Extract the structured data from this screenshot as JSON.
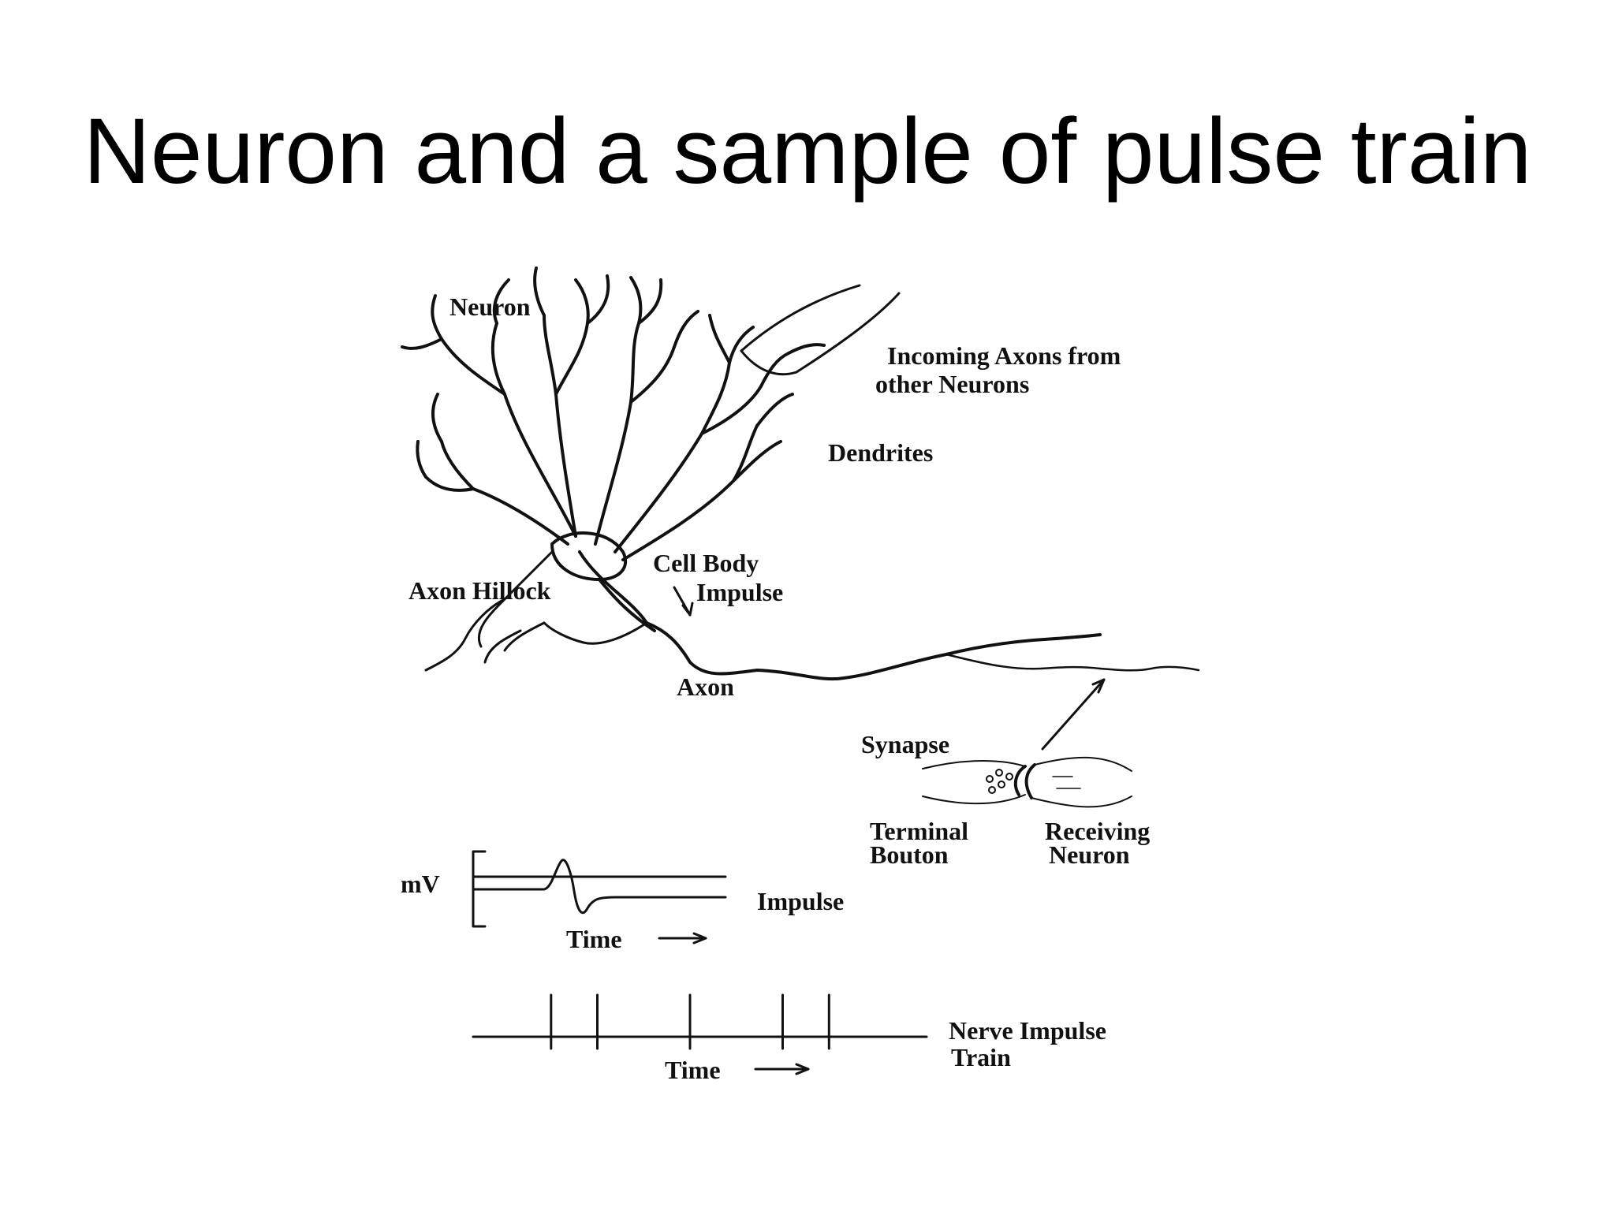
{
  "title": "Neuron and a sample of pulse train",
  "labels": {
    "neuron": "Neuron",
    "incoming_line1": "Incoming Axons from",
    "incoming_line2": "other Neurons",
    "dendrites": "Dendrites",
    "cell_body": "Cell Body",
    "axon_hillock": "Axon Hillock",
    "impulse_arrow": "Impulse",
    "axon": "Axon",
    "synapse": "Synapse",
    "terminal_line1": "Terminal",
    "terminal_line2": "Bouton",
    "receiving_line1": "Receiving",
    "receiving_line2": "Neuron",
    "mv": "mV",
    "impulse_trace": "Impulse",
    "time_impulse": "Time",
    "nerve_line1": "Nerve Impulse",
    "nerve_line2": "Train",
    "time_train": "Time"
  },
  "pulse_train": {
    "spikes": [
      1,
      2,
      4,
      6,
      7
    ],
    "range": [
      0,
      8
    ]
  },
  "colors": {
    "ink": "#111111",
    "background": "#ffffff"
  }
}
